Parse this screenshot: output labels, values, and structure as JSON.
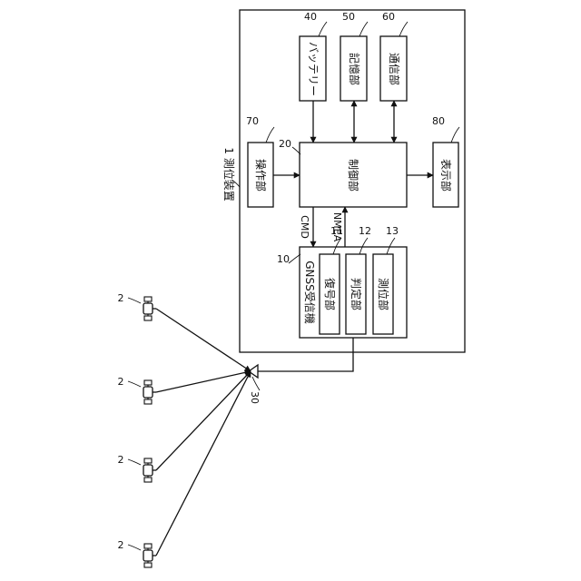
{
  "device": {
    "ref": "1",
    "label": "測位装置"
  },
  "blocks": {
    "battery": {
      "ref": "40",
      "label": "バッテリー"
    },
    "storage": {
      "ref": "50",
      "label": "記憶部"
    },
    "comm": {
      "ref": "60",
      "label": "通信部"
    },
    "operation": {
      "ref": "70",
      "label": "操作部"
    },
    "control": {
      "ref": "20",
      "label": "制御部"
    },
    "display": {
      "ref": "80",
      "label": "表示部"
    },
    "gnss": {
      "ref": "10",
      "label": "GNSS受信機"
    },
    "decode": {
      "ref": "11",
      "label": "復号部"
    },
    "judge": {
      "ref": "12",
      "label": "判定部"
    },
    "position": {
      "ref": "13",
      "label": "測位部"
    }
  },
  "signals": {
    "cmd": "CMD",
    "nmea": "NMEA"
  },
  "antenna": {
    "ref": "30"
  },
  "satellite": {
    "ref": "2"
  }
}
